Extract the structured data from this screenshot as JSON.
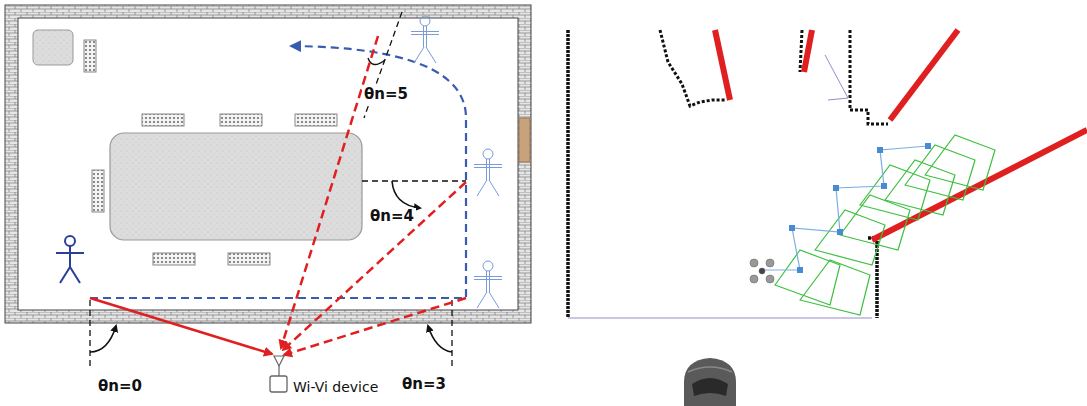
{
  "diagram": {
    "labels": [
      "θn=5",
      "θn=4",
      "θn=0",
      "θn=3",
      "Wi-Vi device"
    ]
  }
}
